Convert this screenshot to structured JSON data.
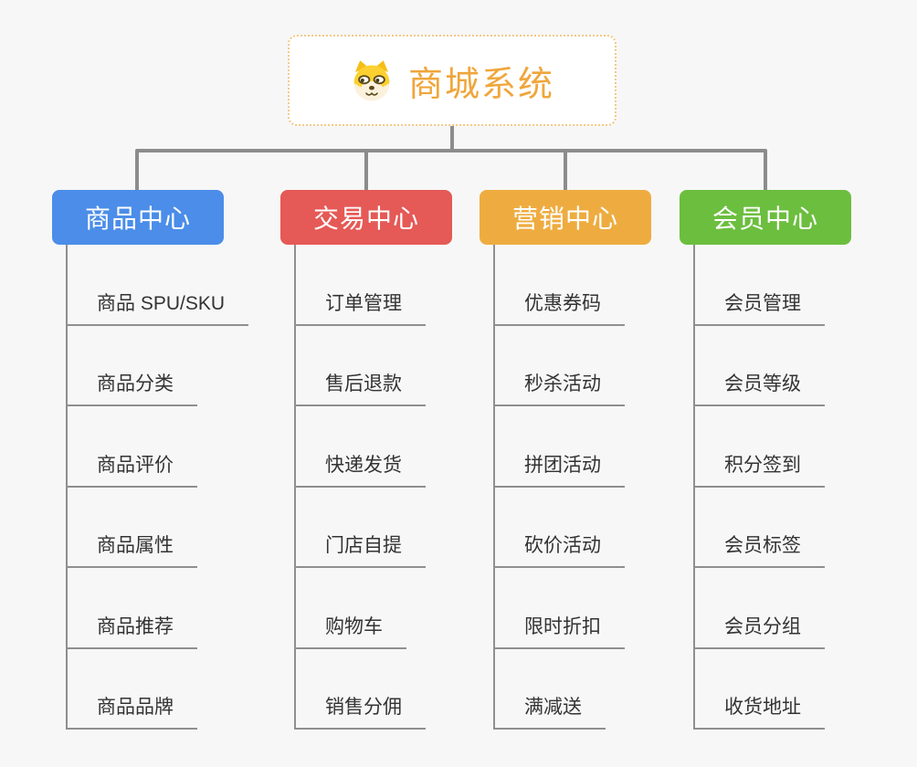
{
  "root": {
    "title": "商城系统",
    "icon": "doge-icon",
    "title_color": "#EFA63B",
    "border_color": "#F3C887"
  },
  "connector_color": "#8C8C8C",
  "branches": [
    {
      "label": "商品中心",
      "color": "#4B8DE9",
      "children": [
        "商品 SPU/SKU",
        "商品分类",
        "商品评价",
        "商品属性",
        "商品推荐",
        "商品品牌"
      ]
    },
    {
      "label": "交易中心",
      "color": "#E55956",
      "children": [
        "订单管理",
        "售后退款",
        "快递发货",
        "门店自提",
        "购物车",
        "销售分佣"
      ]
    },
    {
      "label": "营销中心",
      "color": "#EEAC40",
      "children": [
        "优惠券码",
        "秒杀活动",
        "拼团活动",
        "砍价活动",
        "限时折扣",
        "满减送"
      ]
    },
    {
      "label": "会员中心",
      "color": "#6CBE3F",
      "children": [
        "会员管理",
        "会员等级",
        "积分签到",
        "会员标签",
        "会员分组",
        "收货地址"
      ]
    }
  ]
}
